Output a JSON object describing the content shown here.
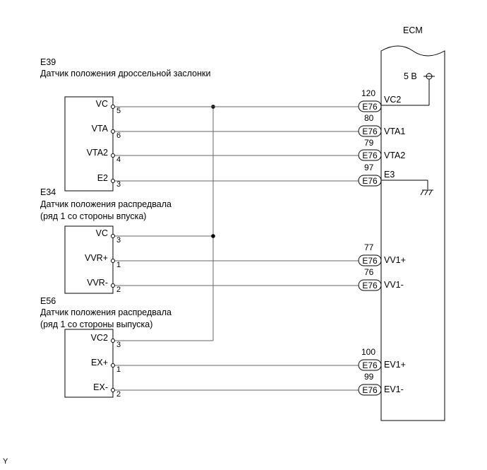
{
  "ecm": {
    "label": "ECM",
    "supply": "5 В"
  },
  "connector_label": "E76",
  "components": [
    {
      "id": "E39",
      "title": "Датчик положения дроссельной заслонки",
      "title2": ""
    },
    {
      "id": "E34",
      "title": "Датчик положения распредвала",
      "title2": "(ряд 1 со стороны впуска)"
    },
    {
      "id": "E56",
      "title": "Датчик положения распредвала",
      "title2": "(ряд 1 со стороны выпуска)"
    }
  ],
  "sensor_pins": [
    {
      "name": "VC",
      "pin": "5"
    },
    {
      "name": "VTA",
      "pin": "6"
    },
    {
      "name": "VTA2",
      "pin": "4"
    },
    {
      "name": "E2",
      "pin": "3"
    },
    {
      "name": "VC",
      "pin": "3"
    },
    {
      "name": "VVR+",
      "pin": "1"
    },
    {
      "name": "VVR-",
      "pin": "2"
    },
    {
      "name": "VC2",
      "pin": "3"
    },
    {
      "name": "EX+",
      "pin": "1"
    },
    {
      "name": "EX-",
      "pin": "2"
    }
  ],
  "ecm_pins": [
    {
      "num": "120",
      "name": "VC2"
    },
    {
      "num": "80",
      "name": "VTA1"
    },
    {
      "num": "79",
      "name": "VTA2"
    },
    {
      "num": "97",
      "name": "E3"
    },
    {
      "num": "77",
      "name": "VV1+"
    },
    {
      "num": "76",
      "name": "VV1-"
    },
    {
      "num": "100",
      "name": "EV1+"
    },
    {
      "num": "99",
      "name": "EV1-"
    }
  ],
  "footer_mark": "Y"
}
